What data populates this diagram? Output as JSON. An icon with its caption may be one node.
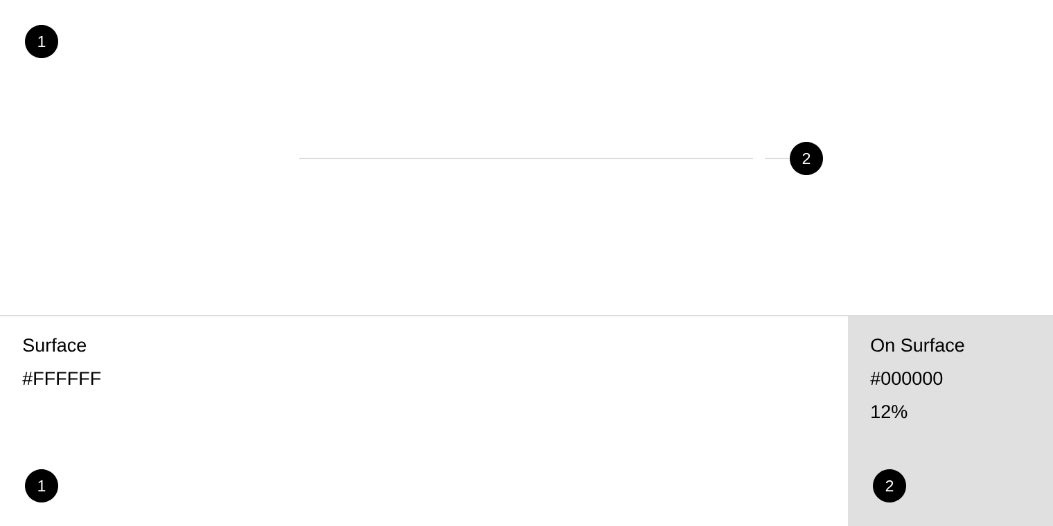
{
  "diagram": {
    "nodes": [
      {
        "text": [
          "1"
        ]
      },
      {
        "text": [],
        "shape": "line"
      },
      {
        "text": [
          "2"
        ]
      },
      {
        "text": [
          "1"
        ]
      },
      {
        "text": [
          "On Surface",
          "#000000",
          "12%"
        ]
      },
      {
        "text": [
          "2"
        ],
        "in": 4
      }
    ],
    "edges": [
      {
        "from": 2,
        "to": 1,
        "arrow": "none"
      }
    ],
    "labels": [
      "Surface",
      "#FFFFFF"
    ]
  }
}
